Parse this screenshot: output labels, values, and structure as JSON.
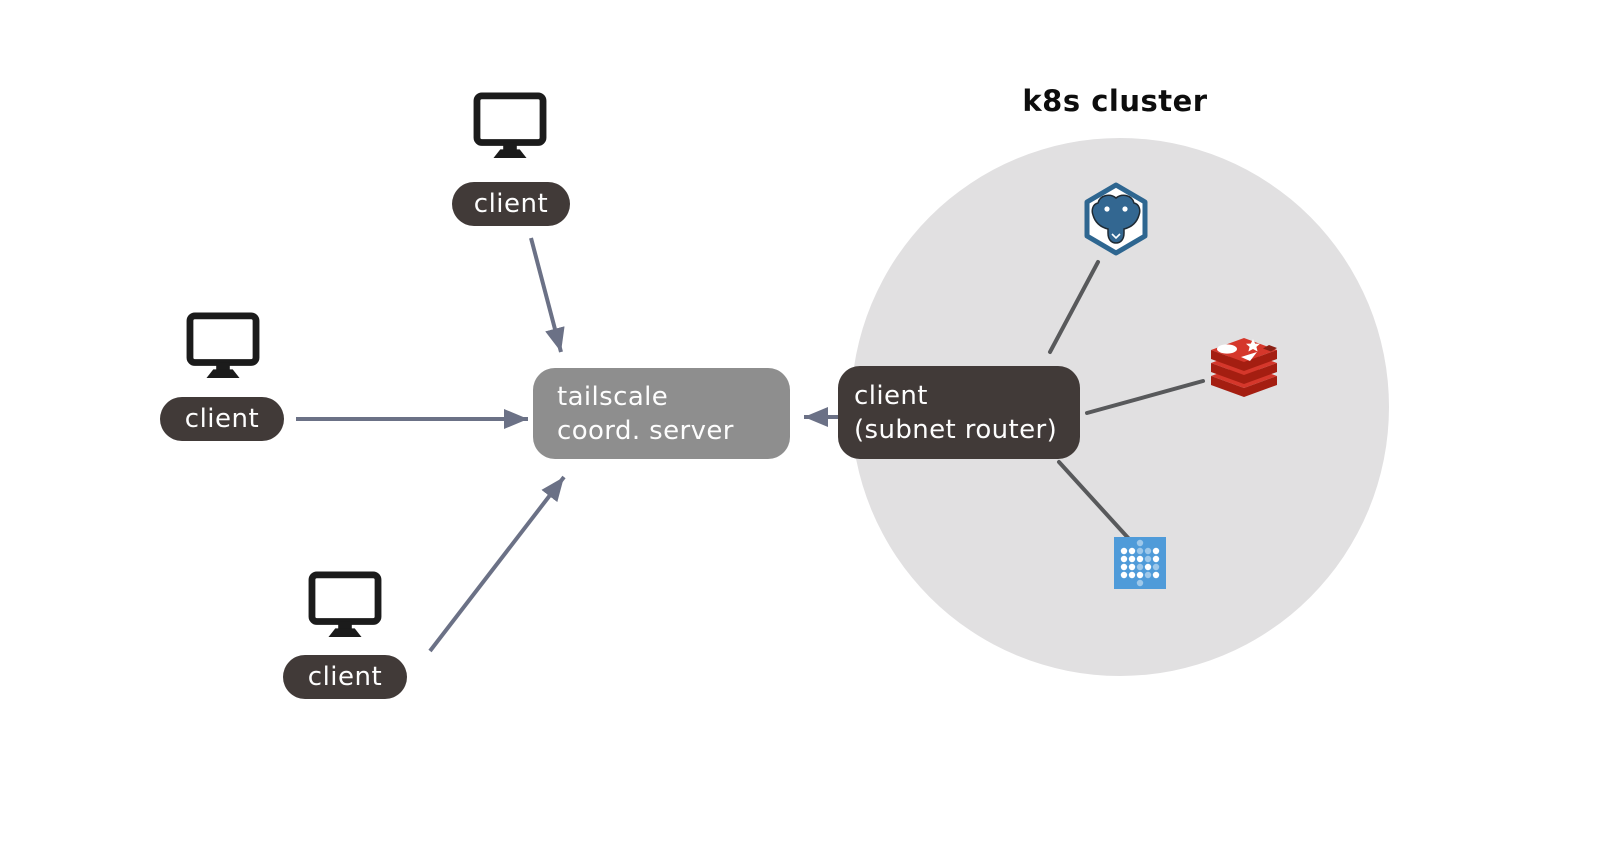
{
  "diagram": {
    "title": "k8s cluster",
    "clients": [
      {
        "label": "client"
      },
      {
        "label": "client"
      },
      {
        "label": "client"
      }
    ],
    "coord_server": {
      "line1": "tailscale",
      "line2": "coord. server"
    },
    "subnet_router": {
      "line1": "client",
      "line2": "(subnet router)"
    },
    "cluster_services": [
      {
        "name": "postgresql-icon"
      },
      {
        "name": "redis-icon"
      },
      {
        "name": "metabase-icon"
      }
    ],
    "colors": {
      "arrow": "#6b7186",
      "cluster_fill": "#e1e0e1",
      "cluster_line": "#58595b",
      "server_box": "#8e8e8e",
      "dark_box": "#413a38",
      "monitor_black": "#1b1b1b",
      "postgres_blue": "#336791",
      "postgres_border": "#2e6690",
      "redis_red": "#d5372b",
      "redis_dark": "#a41e11",
      "metabase_blue": "#4f9bd9"
    }
  }
}
